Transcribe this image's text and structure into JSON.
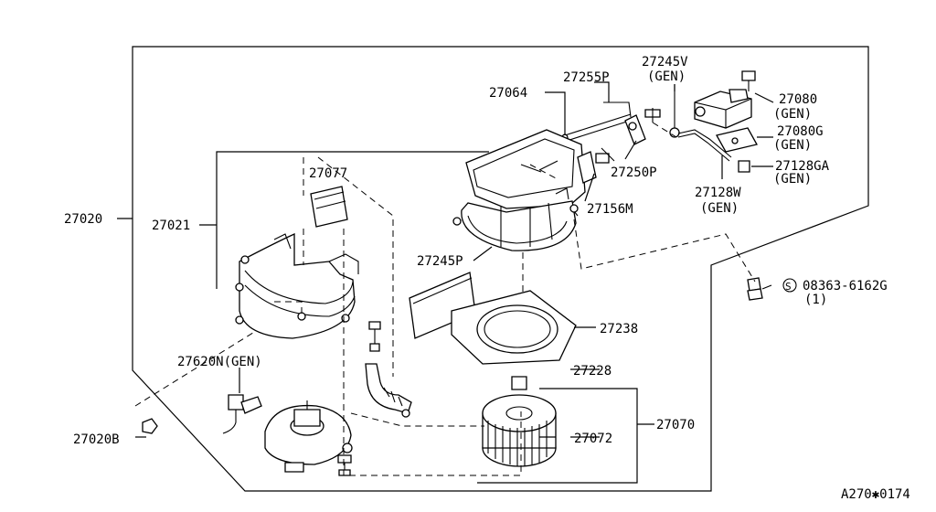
{
  "diagram": {
    "part_labels": {
      "p27020": "27020",
      "p27021": "27021",
      "p27077": "27077",
      "p27064": "27064",
      "p27255P": "27255P",
      "p27245V": "27245V",
      "p27245V_gen": "(GEN)",
      "p27080": "27080",
      "p27080_gen": "(GEN)",
      "p27080G": "27080G",
      "p27080G_gen": "(GEN)",
      "p27128GA": "27128GA",
      "p27128GA_gen": "(GEN)",
      "p27250P": "27250P",
      "p27156M": "27156M",
      "p27128W": "27128W",
      "p27128W_gen": "(GEN)",
      "p27245P": "27245P",
      "p08363": "08363-6162G",
      "p08363_qty": "(1)",
      "p08363_prefix": "S",
      "p27238": "27238",
      "p27620N": "27620N(GEN)",
      "p27228": "27228",
      "p27070": "27070",
      "p27072": "27072",
      "p27020B": "27020B"
    },
    "reference_code": "A270✱0174"
  }
}
